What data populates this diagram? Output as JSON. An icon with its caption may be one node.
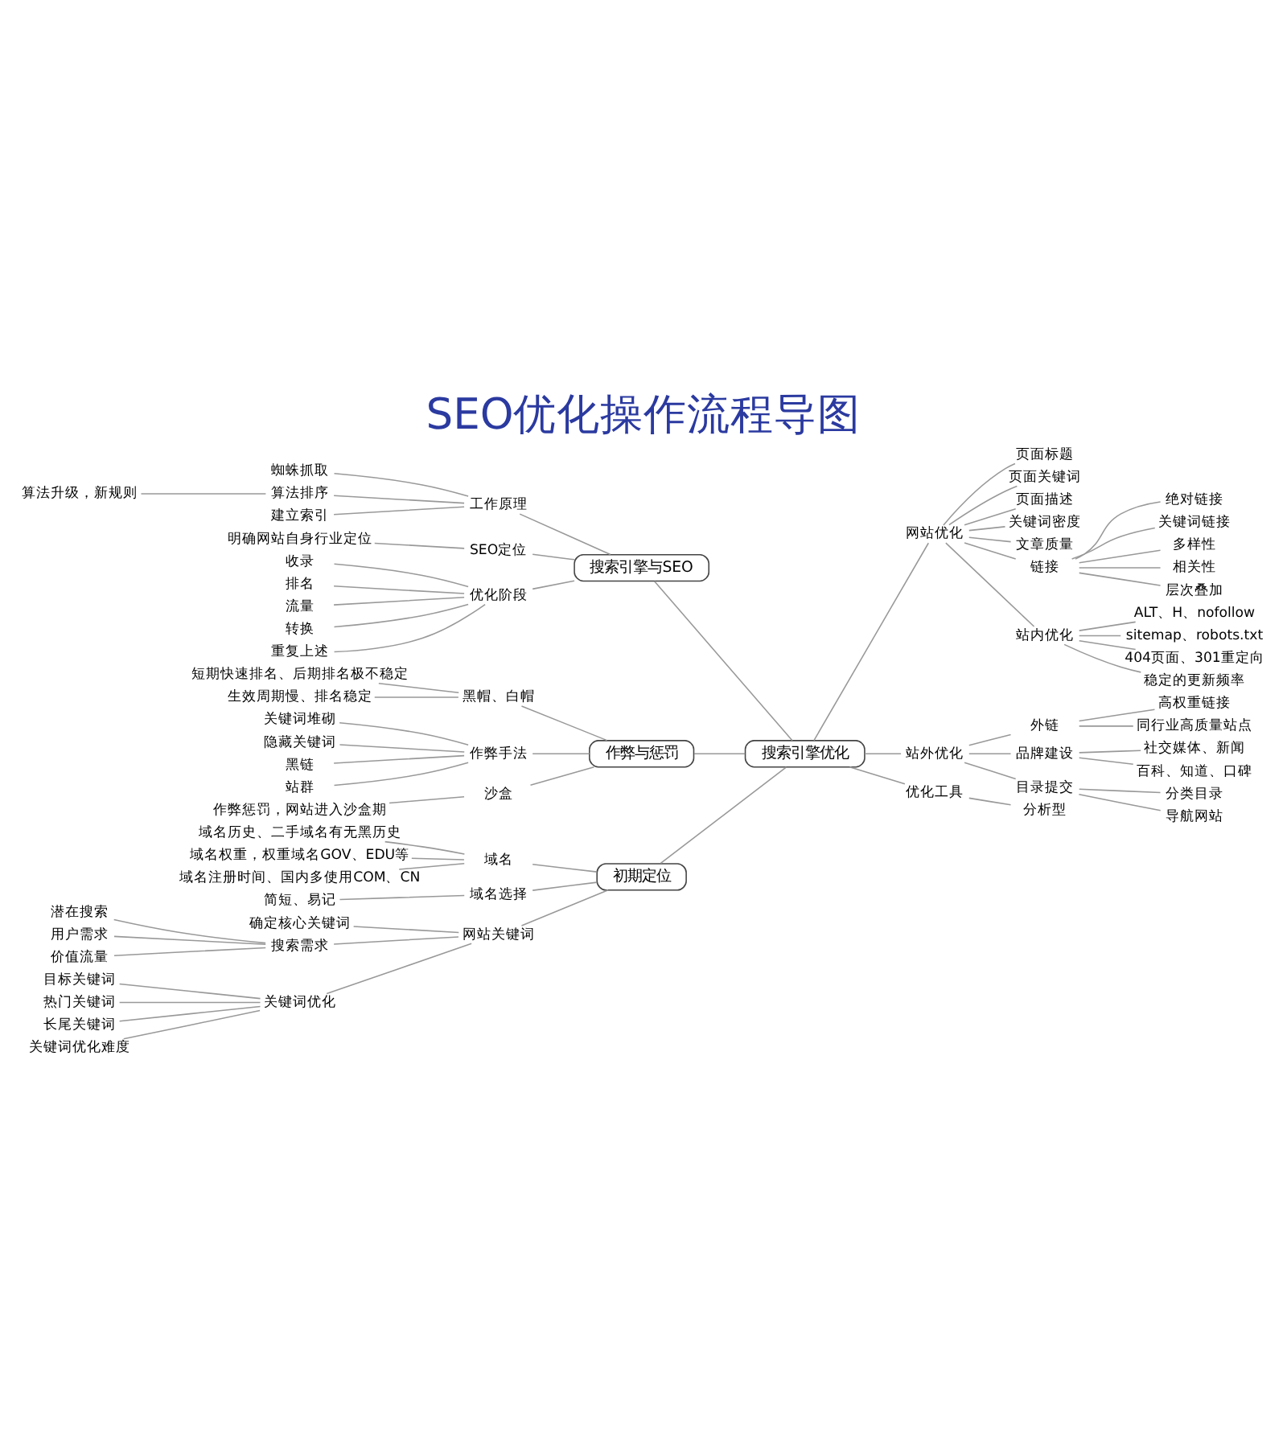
{
  "diagram": {
    "title": "SEO优化操作流程导图",
    "nodes": [
      {
        "text": [
          "搜索引擎优化"
        ]
      },
      {
        "text": [
          "搜索引擎与SEO"
        ]
      },
      {
        "text": [
          "工作原理"
        ]
      },
      {
        "text": [
          "蜘蛛抓取"
        ]
      },
      {
        "text": [
          "算法排序"
        ]
      },
      {
        "text": [
          "算法升级，新规则"
        ]
      },
      {
        "text": [
          "建立索引"
        ]
      },
      {
        "text": [
          "SEO定位"
        ]
      },
      {
        "text": [
          "明确网站自身行业定位"
        ]
      },
      {
        "text": [
          "优化阶段"
        ]
      },
      {
        "text": [
          "收录"
        ]
      },
      {
        "text": [
          "排名"
        ]
      },
      {
        "text": [
          "流量"
        ]
      },
      {
        "text": [
          "转换"
        ]
      },
      {
        "text": [
          "重复上述"
        ]
      },
      {
        "text": [
          "作弊与惩罚"
        ]
      },
      {
        "text": [
          "黑帽、白帽"
        ]
      },
      {
        "text": [
          "短期快速排名、后期排名极不稳定"
        ]
      },
      {
        "text": [
          "生效周期慢、排名稳定"
        ]
      },
      {
        "text": [
          "作弊手法"
        ]
      },
      {
        "text": [
          "关键词堆砌"
        ]
      },
      {
        "text": [
          "隐藏关键词"
        ]
      },
      {
        "text": [
          "黑链"
        ]
      },
      {
        "text": [
          "站群"
        ]
      },
      {
        "text": [
          "沙盒"
        ]
      },
      {
        "text": [
          "作弊惩罚，网站进入沙盒期"
        ]
      },
      {
        "text": [
          "初期定位"
        ]
      },
      {
        "text": [
          "域名"
        ]
      },
      {
        "text": [
          "域名历史、二手域名有无黑历史"
        ]
      },
      {
        "text": [
          "域名权重，权重域名GOV、EDU等"
        ]
      },
      {
        "text": [
          "域名注册时间、国内多使用COM、CN"
        ]
      },
      {
        "text": [
          "域名选择"
        ]
      },
      {
        "text": [
          "简短、易记"
        ]
      },
      {
        "text": [
          "网站关键词"
        ]
      },
      {
        "text": [
          "确定核心关键词"
        ]
      },
      {
        "text": [
          "搜索需求"
        ]
      },
      {
        "text": [
          "潜在搜索"
        ]
      },
      {
        "text": [
          "用户需求"
        ]
      },
      {
        "text": [
          "价值流量"
        ]
      },
      {
        "text": [
          "关键词优化"
        ]
      },
      {
        "text": [
          "目标关键词"
        ]
      },
      {
        "text": [
          "热门关键词"
        ]
      },
      {
        "text": [
          "长尾关键词"
        ]
      },
      {
        "text": [
          "关键词优化难度"
        ]
      },
      {
        "text": [
          "网站优化"
        ]
      },
      {
        "text": [
          "页面标题"
        ]
      },
      {
        "text": [
          "页面关键词"
        ]
      },
      {
        "text": [
          "页面描述"
        ]
      },
      {
        "text": [
          "关键词密度"
        ]
      },
      {
        "text": [
          "文章质量"
        ]
      },
      {
        "text": [
          "链接"
        ]
      },
      {
        "text": [
          "绝对链接"
        ]
      },
      {
        "text": [
          "关键词链接"
        ]
      },
      {
        "text": [
          "多样性"
        ]
      },
      {
        "text": [
          "相关性"
        ]
      },
      {
        "text": [
          "层次叠加"
        ]
      },
      {
        "text": [
          "站内优化"
        ]
      },
      {
        "text": [
          "ALT、H、nofollow"
        ]
      },
      {
        "text": [
          "sitemap、robots.txt"
        ]
      },
      {
        "text": [
          "404页面、301重定向"
        ]
      },
      {
        "text": [
          "稳定的更新频率"
        ]
      },
      {
        "text": [
          "站外优化"
        ]
      },
      {
        "text": [
          "外链"
        ]
      },
      {
        "text": [
          "高权重链接"
        ]
      },
      {
        "text": [
          "同行业高质量站点"
        ]
      },
      {
        "text": [
          "品牌建设"
        ]
      },
      {
        "text": [
          "社交媒体、新闻"
        ]
      },
      {
        "text": [
          "百科、知道、口碑"
        ]
      },
      {
        "text": [
          "目录提交"
        ]
      },
      {
        "text": [
          "分类目录"
        ]
      },
      {
        "text": [
          "导航网站"
        ]
      },
      {
        "text": [
          "优化工具"
        ]
      },
      {
        "text": [
          "分析型"
        ]
      }
    ],
    "edges": [
      {
        "from": 0,
        "to": 1,
        "arrow": "none"
      },
      {
        "from": 1,
        "to": 2,
        "arrow": "none"
      },
      {
        "from": 2,
        "to": 3,
        "arrow": "none"
      },
      {
        "from": 2,
        "to": 4,
        "arrow": "none"
      },
      {
        "from": 4,
        "to": 5,
        "arrow": "none"
      },
      {
        "from": 2,
        "to": 6,
        "arrow": "none"
      },
      {
        "from": 1,
        "to": 7,
        "arrow": "none"
      },
      {
        "from": 7,
        "to": 8,
        "arrow": "none"
      },
      {
        "from": 1,
        "to": 9,
        "arrow": "none"
      },
      {
        "from": 9,
        "to": 10,
        "arrow": "none"
      },
      {
        "from": 9,
        "to": 11,
        "arrow": "none"
      },
      {
        "from": 9,
        "to": 12,
        "arrow": "none"
      },
      {
        "from": 9,
        "to": 13,
        "arrow": "none"
      },
      {
        "from": 9,
        "to": 14,
        "arrow": "none"
      },
      {
        "from": 0,
        "to": 15,
        "arrow": "none"
      },
      {
        "from": 15,
        "to": 16,
        "arrow": "none"
      },
      {
        "from": 16,
        "to": 17,
        "arrow": "none"
      },
      {
        "from": 16,
        "to": 18,
        "arrow": "none"
      },
      {
        "from": 15,
        "to": 19,
        "arrow": "none"
      },
      {
        "from": 19,
        "to": 20,
        "arrow": "none"
      },
      {
        "from": 19,
        "to": 21,
        "arrow": "none"
      },
      {
        "from": 19,
        "to": 22,
        "arrow": "none"
      },
      {
        "from": 19,
        "to": 23,
        "arrow": "none"
      },
      {
        "from": 15,
        "to": 24,
        "arrow": "none"
      },
      {
        "from": 24,
        "to": 25,
        "arrow": "none"
      },
      {
        "from": 0,
        "to": 26,
        "arrow": "none"
      },
      {
        "from": 26,
        "to": 27,
        "arrow": "none"
      },
      {
        "from": 27,
        "to": 28,
        "arrow": "none"
      },
      {
        "from": 27,
        "to": 29,
        "arrow": "none"
      },
      {
        "from": 27,
        "to": 30,
        "arrow": "none"
      },
      {
        "from": 26,
        "to": 31,
        "arrow": "none"
      },
      {
        "from": 31,
        "to": 32,
        "arrow": "none"
      },
      {
        "from": 26,
        "to": 33,
        "arrow": "none"
      },
      {
        "from": 33,
        "to": 34,
        "arrow": "none"
      },
      {
        "from": 33,
        "to": 35,
        "arrow": "none"
      },
      {
        "from": 35,
        "to": 36,
        "arrow": "none"
      },
      {
        "from": 35,
        "to": 37,
        "arrow": "none"
      },
      {
        "from": 35,
        "to": 38,
        "arrow": "none"
      },
      {
        "from": 33,
        "to": 39,
        "arrow": "none"
      },
      {
        "from": 39,
        "to": 40,
        "arrow": "none"
      },
      {
        "from": 39,
        "to": 41,
        "arrow": "none"
      },
      {
        "from": 39,
        "to": 42,
        "arrow": "none"
      },
      {
        "from": 39,
        "to": 43,
        "arrow": "none"
      },
      {
        "from": 0,
        "to": 44,
        "arrow": "none"
      },
      {
        "from": 44,
        "to": 45,
        "arrow": "none"
      },
      {
        "from": 44,
        "to": 46,
        "arrow": "none"
      },
      {
        "from": 44,
        "to": 47,
        "arrow": "none"
      },
      {
        "from": 44,
        "to": 48,
        "arrow": "none"
      },
      {
        "from": 44,
        "to": 49,
        "arrow": "none"
      },
      {
        "from": 44,
        "to": 50,
        "arrow": "none"
      },
      {
        "from": 50,
        "to": 51,
        "arrow": "none"
      },
      {
        "from": 50,
        "to": 52,
        "arrow": "none"
      },
      {
        "from": 50,
        "to": 53,
        "arrow": "none"
      },
      {
        "from": 50,
        "to": 54,
        "arrow": "none"
      },
      {
        "from": 50,
        "to": 55,
        "arrow": "none"
      },
      {
        "from": 44,
        "to": 56,
        "arrow": "none"
      },
      {
        "from": 56,
        "to": 57,
        "arrow": "none"
      },
      {
        "from": 56,
        "to": 58,
        "arrow": "none"
      },
      {
        "from": 56,
        "to": 59,
        "arrow": "none"
      },
      {
        "from": 56,
        "to": 60,
        "arrow": "none"
      },
      {
        "from": 0,
        "to": 61,
        "arrow": "none"
      },
      {
        "from": 61,
        "to": 62,
        "arrow": "none"
      },
      {
        "from": 62,
        "to": 63,
        "arrow": "none"
      },
      {
        "from": 62,
        "to": 64,
        "arrow": "none"
      },
      {
        "from": 61,
        "to": 65,
        "arrow": "none"
      },
      {
        "from": 65,
        "to": 66,
        "arrow": "none"
      },
      {
        "from": 65,
        "to": 67,
        "arrow": "none"
      },
      {
        "from": 61,
        "to": 68,
        "arrow": "none"
      },
      {
        "from": 68,
        "to": 69,
        "arrow": "none"
      },
      {
        "from": 68,
        "to": 70,
        "arrow": "none"
      },
      {
        "from": 0,
        "to": 71,
        "arrow": "none"
      },
      {
        "from": 71,
        "to": 72,
        "arrow": "none"
      }
    ]
  }
}
